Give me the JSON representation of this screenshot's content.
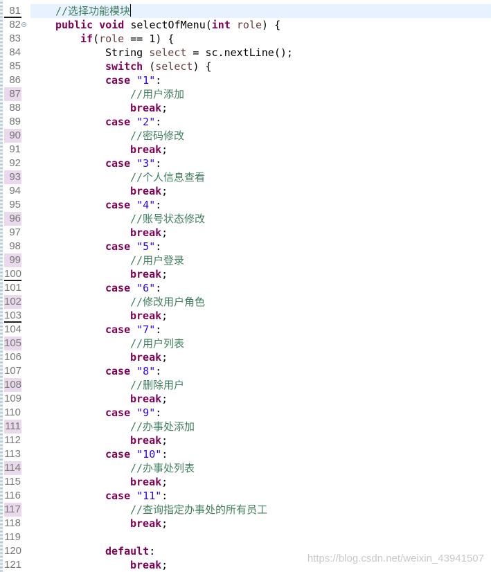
{
  "editor": {
    "lines": [
      {
        "num": "81",
        "indent": 1,
        "tokens": [
          {
            "t": "cm",
            "v": "//选择功能模块"
          }
        ],
        "current": true,
        "caret": true,
        "ul": true
      },
      {
        "num": "82",
        "indent": 1,
        "fold": true,
        "tokens": [
          {
            "t": "kw",
            "v": "public"
          },
          {
            "t": "id",
            "v": " "
          },
          {
            "t": "kw",
            "v": "void"
          },
          {
            "t": "id",
            "v": " selectOfMenu("
          },
          {
            "t": "kw",
            "v": "int"
          },
          {
            "t": "id",
            "v": " "
          },
          {
            "t": "var",
            "v": "role"
          },
          {
            "t": "id",
            "v": ") {"
          }
        ]
      },
      {
        "num": "83",
        "indent": 2,
        "tokens": [
          {
            "t": "kw",
            "v": "if"
          },
          {
            "t": "id",
            "v": "("
          },
          {
            "t": "var",
            "v": "role"
          },
          {
            "t": "id",
            "v": " == 1) {"
          }
        ]
      },
      {
        "num": "84",
        "indent": 3,
        "tokens": [
          {
            "t": "id",
            "v": "String "
          },
          {
            "t": "var",
            "v": "select"
          },
          {
            "t": "id",
            "v": " = sc.nextLine();"
          }
        ]
      },
      {
        "num": "85",
        "indent": 3,
        "tokens": [
          {
            "t": "kw",
            "v": "switch"
          },
          {
            "t": "id",
            "v": " ("
          },
          {
            "t": "var",
            "v": "select"
          },
          {
            "t": "id",
            "v": ") {"
          }
        ]
      },
      {
        "num": "86",
        "indent": 3,
        "tokens": [
          {
            "t": "kw",
            "v": "case"
          },
          {
            "t": "id",
            "v": " "
          },
          {
            "t": "str",
            "v": "\"1\""
          },
          {
            "t": "id",
            "v": ":"
          }
        ]
      },
      {
        "num": "87",
        "indent": 4,
        "mark": true,
        "tokens": [
          {
            "t": "cm",
            "v": "//用户添加"
          }
        ]
      },
      {
        "num": "88",
        "indent": 4,
        "tokens": [
          {
            "t": "kw",
            "v": "break"
          },
          {
            "t": "id",
            "v": ";"
          }
        ]
      },
      {
        "num": "89",
        "indent": 3,
        "tokens": [
          {
            "t": "kw",
            "v": "case"
          },
          {
            "t": "id",
            "v": " "
          },
          {
            "t": "str",
            "v": "\"2\""
          },
          {
            "t": "id",
            "v": ":"
          }
        ]
      },
      {
        "num": "90",
        "indent": 4,
        "mark": true,
        "tokens": [
          {
            "t": "cm",
            "v": "//密码修改"
          }
        ]
      },
      {
        "num": "91",
        "indent": 4,
        "tokens": [
          {
            "t": "kw",
            "v": "break"
          },
          {
            "t": "id",
            "v": ";"
          }
        ]
      },
      {
        "num": "92",
        "indent": 3,
        "tokens": [
          {
            "t": "kw",
            "v": "case"
          },
          {
            "t": "id",
            "v": " "
          },
          {
            "t": "str",
            "v": "\"3\""
          },
          {
            "t": "id",
            "v": ":"
          }
        ]
      },
      {
        "num": "93",
        "indent": 4,
        "mark": true,
        "tokens": [
          {
            "t": "cm",
            "v": "//个人信息查看"
          }
        ]
      },
      {
        "num": "94",
        "indent": 4,
        "tokens": [
          {
            "t": "kw",
            "v": "break"
          },
          {
            "t": "id",
            "v": ";"
          }
        ]
      },
      {
        "num": "95",
        "indent": 3,
        "tokens": [
          {
            "t": "kw",
            "v": "case"
          },
          {
            "t": "id",
            "v": " "
          },
          {
            "t": "str",
            "v": "\"4\""
          },
          {
            "t": "id",
            "v": ":"
          }
        ]
      },
      {
        "num": "96",
        "indent": 4,
        "mark": true,
        "tokens": [
          {
            "t": "cm",
            "v": "//账号状态修改"
          }
        ]
      },
      {
        "num": "97",
        "indent": 4,
        "tokens": [
          {
            "t": "kw",
            "v": "break"
          },
          {
            "t": "id",
            "v": ";"
          }
        ]
      },
      {
        "num": "98",
        "indent": 3,
        "tokens": [
          {
            "t": "kw",
            "v": "case"
          },
          {
            "t": "id",
            "v": " "
          },
          {
            "t": "str",
            "v": "\"5\""
          },
          {
            "t": "id",
            "v": ":"
          }
        ]
      },
      {
        "num": "99",
        "indent": 4,
        "mark": true,
        "tokens": [
          {
            "t": "cm",
            "v": "//用户登录"
          }
        ]
      },
      {
        "num": "100",
        "indent": 4,
        "ul": true,
        "tokens": [
          {
            "t": "kw",
            "v": "break"
          },
          {
            "t": "id",
            "v": ";"
          }
        ]
      },
      {
        "num": "101",
        "indent": 3,
        "tokens": [
          {
            "t": "kw",
            "v": "case"
          },
          {
            "t": "id",
            "v": " "
          },
          {
            "t": "str",
            "v": "\"6\""
          },
          {
            "t": "id",
            "v": ":"
          }
        ]
      },
      {
        "num": "102",
        "indent": 4,
        "mark": true,
        "tokens": [
          {
            "t": "cm",
            "v": "//修改用户角色"
          }
        ]
      },
      {
        "num": "103",
        "indent": 4,
        "ul": true,
        "tokens": [
          {
            "t": "kw",
            "v": "break"
          },
          {
            "t": "id",
            "v": ";"
          }
        ]
      },
      {
        "num": "104",
        "indent": 3,
        "tokens": [
          {
            "t": "kw",
            "v": "case"
          },
          {
            "t": "id",
            "v": " "
          },
          {
            "t": "str",
            "v": "\"7\""
          },
          {
            "t": "id",
            "v": ":"
          }
        ]
      },
      {
        "num": "105",
        "indent": 4,
        "mark": true,
        "tokens": [
          {
            "t": "cm",
            "v": "//用户列表"
          }
        ]
      },
      {
        "num": "106",
        "indent": 4,
        "tokens": [
          {
            "t": "kw",
            "v": "break"
          },
          {
            "t": "id",
            "v": ";"
          }
        ]
      },
      {
        "num": "107",
        "indent": 3,
        "tokens": [
          {
            "t": "kw",
            "v": "case"
          },
          {
            "t": "id",
            "v": " "
          },
          {
            "t": "str",
            "v": "\"8\""
          },
          {
            "t": "id",
            "v": ":"
          }
        ]
      },
      {
        "num": "108",
        "indent": 4,
        "mark": true,
        "tokens": [
          {
            "t": "cm",
            "v": "//删除用户"
          }
        ]
      },
      {
        "num": "109",
        "indent": 4,
        "tokens": [
          {
            "t": "kw",
            "v": "break"
          },
          {
            "t": "id",
            "v": ";"
          }
        ]
      },
      {
        "num": "110",
        "indent": 3,
        "tokens": [
          {
            "t": "kw",
            "v": "case"
          },
          {
            "t": "id",
            "v": " "
          },
          {
            "t": "str",
            "v": "\"9\""
          },
          {
            "t": "id",
            "v": ":"
          }
        ]
      },
      {
        "num": "111",
        "indent": 4,
        "mark": true,
        "tokens": [
          {
            "t": "cm",
            "v": "//办事处添加"
          }
        ]
      },
      {
        "num": "112",
        "indent": 4,
        "tokens": [
          {
            "t": "kw",
            "v": "break"
          },
          {
            "t": "id",
            "v": ";"
          }
        ]
      },
      {
        "num": "113",
        "indent": 3,
        "tokens": [
          {
            "t": "kw",
            "v": "case"
          },
          {
            "t": "id",
            "v": " "
          },
          {
            "t": "str",
            "v": "\"10\""
          },
          {
            "t": "id",
            "v": ":"
          }
        ]
      },
      {
        "num": "114",
        "indent": 4,
        "mark": true,
        "tokens": [
          {
            "t": "cm",
            "v": "//办事处列表"
          }
        ]
      },
      {
        "num": "115",
        "indent": 4,
        "tokens": [
          {
            "t": "kw",
            "v": "break"
          },
          {
            "t": "id",
            "v": ";"
          }
        ]
      },
      {
        "num": "116",
        "indent": 3,
        "tokens": [
          {
            "t": "kw",
            "v": "case"
          },
          {
            "t": "id",
            "v": " "
          },
          {
            "t": "str",
            "v": "\"11\""
          },
          {
            "t": "id",
            "v": ":"
          }
        ]
      },
      {
        "num": "117",
        "indent": 4,
        "mark": true,
        "tokens": [
          {
            "t": "cm",
            "v": "//查询指定办事处的所有员工"
          }
        ]
      },
      {
        "num": "118",
        "indent": 4,
        "tokens": [
          {
            "t": "kw",
            "v": "break"
          },
          {
            "t": "id",
            "v": ";"
          }
        ]
      },
      {
        "num": "119",
        "indent": 3,
        "tokens": []
      },
      {
        "num": "120",
        "indent": 3,
        "tokens": [
          {
            "t": "kw",
            "v": "default"
          },
          {
            "t": "id",
            "v": ":"
          }
        ]
      },
      {
        "num": "121",
        "indent": 4,
        "tokens": [
          {
            "t": "kw",
            "v": "break"
          },
          {
            "t": "id",
            "v": ";"
          }
        ]
      }
    ]
  },
  "watermark": "https://blog.csdn.net/weixin_43941507",
  "colors": {
    "keyword": "#7f0055",
    "string": "#2a00ff",
    "comment": "#3f7f5f",
    "local_variable": "#6a3e3e",
    "current_line": "#e8f2fe",
    "gutter_mark": "#ead9ec"
  },
  "icons": {
    "fold": "fold-collapse-icon"
  }
}
